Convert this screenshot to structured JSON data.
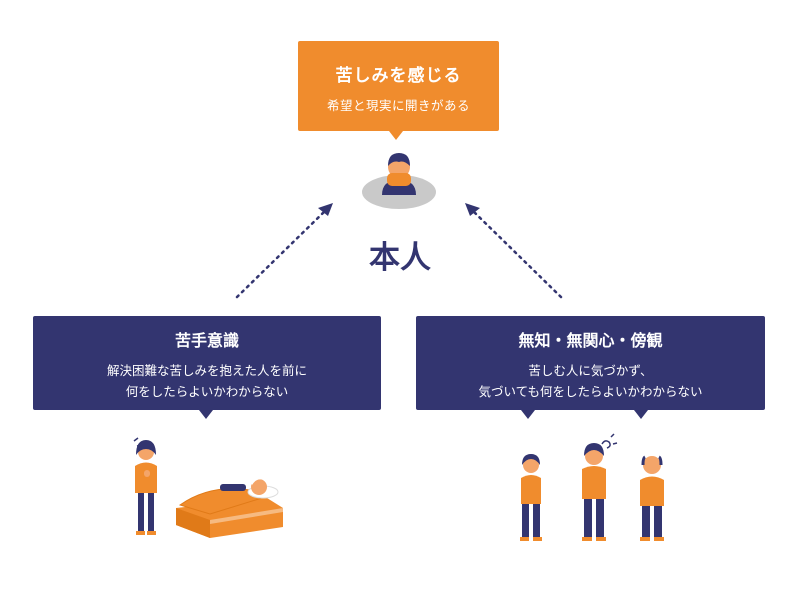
{
  "top_box": {
    "title": "苦しみを感じる",
    "subtitle": "希望と現実に開きがある"
  },
  "center_label": "本人",
  "left_box": {
    "title": "苦手意識",
    "line1": "解決困難な苦しみを抱えた人を前に",
    "line2": "何をしたらよいかわからない"
  },
  "right_box": {
    "title": "無知・無関心・傍観",
    "line1": "苦しむ人に気づかず、",
    "line2": "気づいても何をしたらよいかわからない"
  },
  "colors": {
    "orange": "#f08c2d",
    "navy": "#333570",
    "gray": "#c9c9c9"
  }
}
